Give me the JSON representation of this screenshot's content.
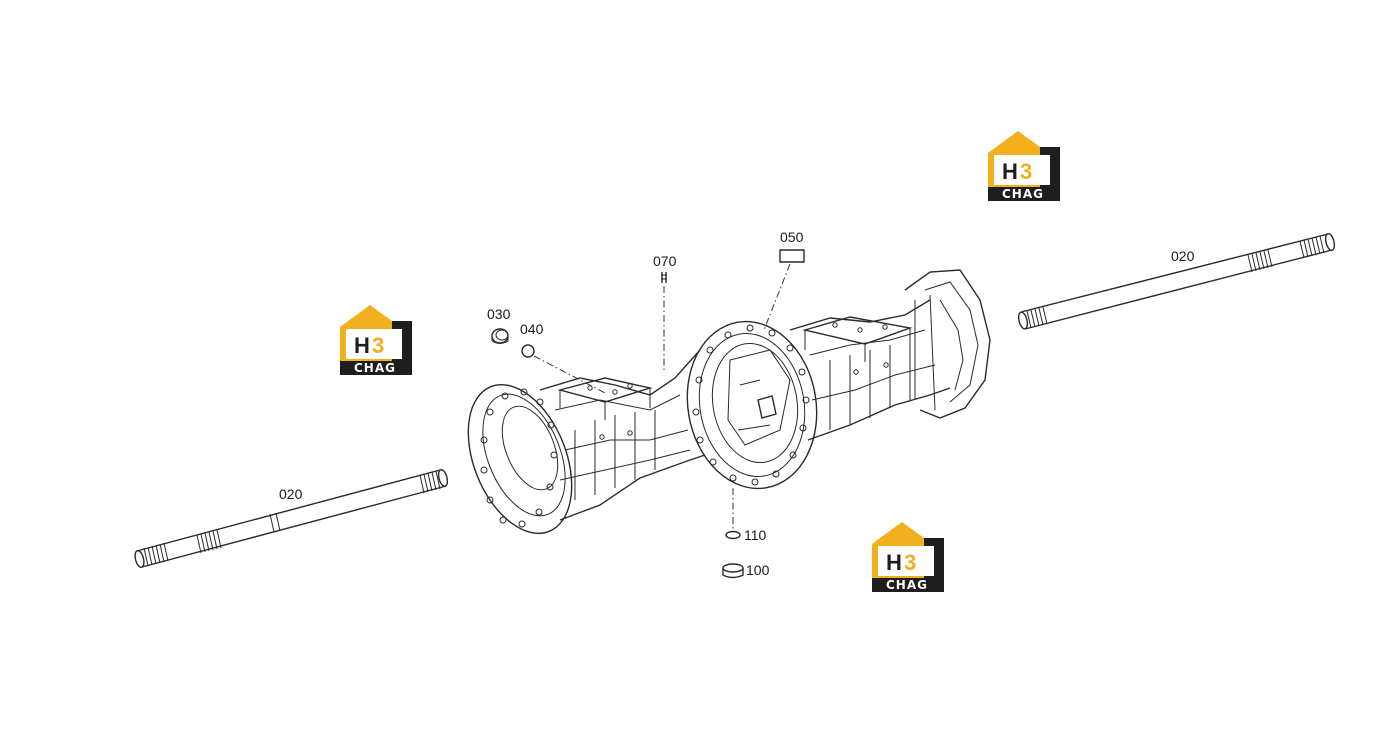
{
  "callouts": {
    "c020_left": "020",
    "c020_right": "020",
    "c030": "030",
    "c040": "040",
    "c050": "050",
    "c070": "070",
    "c100": "100",
    "c110": "110"
  },
  "watermark": {
    "letters_h": "H",
    "letters_3": "3",
    "word": "CHAG"
  },
  "colors": {
    "logo_yellow": "#f2b01e",
    "logo_dark": "#1e1e1e",
    "line": "#2a2a2a"
  }
}
